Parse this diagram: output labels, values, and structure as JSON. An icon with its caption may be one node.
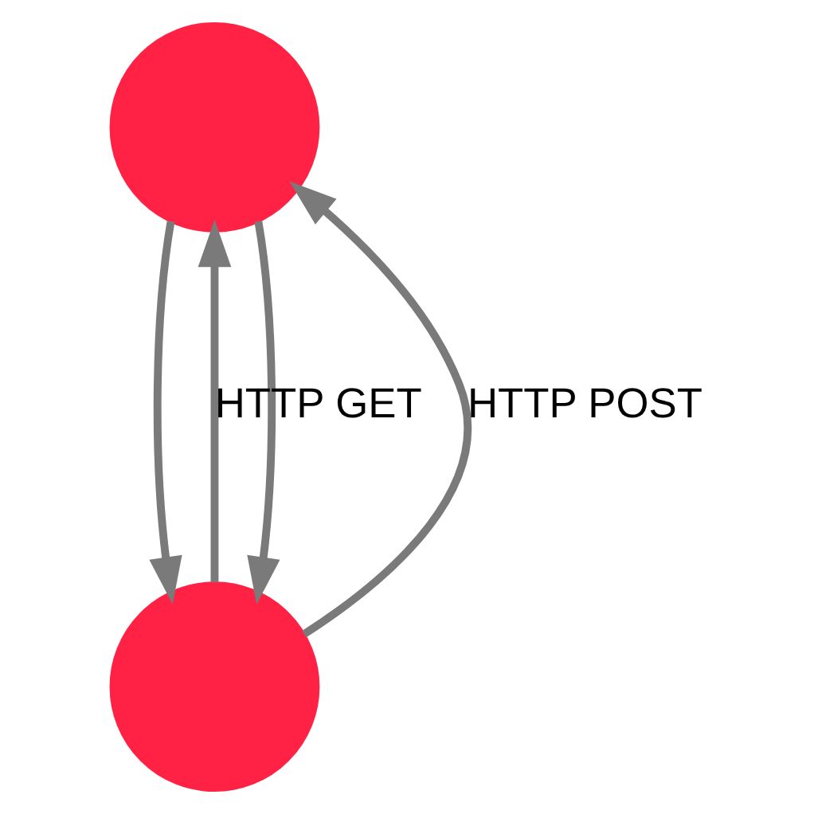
{
  "diagram": {
    "nodes": [
      {
        "text": [],
        "shape": "circle"
      },
      {
        "text": [],
        "shape": "circle"
      }
    ],
    "edges": [
      {
        "from": 1,
        "to": 0,
        "arrow": "to",
        "label": "HTTP GET"
      },
      {
        "from": 0,
        "to": 1,
        "arrow": "to"
      },
      {
        "from": 1,
        "to": 0,
        "arrow": "to",
        "label": "HTTP POST"
      },
      {
        "from": 0,
        "to": 1,
        "arrow": "to"
      }
    ]
  }
}
